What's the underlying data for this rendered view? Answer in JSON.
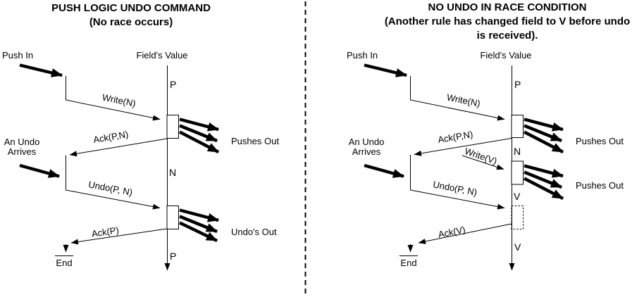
{
  "colors": {
    "ink": "#000000",
    "background": "#ffffff"
  },
  "left_panel": {
    "title_line1": "PUSH LOGIC UNDO COMMAND",
    "title_line2": "(No race occurs)",
    "push_in_label": "Push In",
    "lifeline_label": "Field's Value",
    "value_top": "P",
    "write_msg": "Write(N)",
    "ack_push_msg": "Ack(P,N)",
    "pushes_out_label": "Pushes Out",
    "undo_arrives_line1": "An Undo",
    "undo_arrives_line2": "Arrives",
    "value_mid": "N",
    "undo_msg": "Undo(P, N)",
    "undos_out_label": "Undo's Out",
    "ack_undo_msg": "Ack(P)",
    "end_label": "End",
    "value_bottom": "P"
  },
  "right_panel": {
    "title_line1": "NO UNDO IN RACE CONDITION",
    "title_line2": "(Another rule has changed field to V before undo",
    "title_line3": "is received).",
    "push_in_label": "Push In",
    "lifeline_label": "Field's Value",
    "value_top": "P",
    "write_msg": "Write(N)",
    "ack_push_msg": "Ack(P,N)",
    "pushes_out_label_1": "Pushes Out",
    "value_after_push": "N",
    "race_write_msg": "Write(V)",
    "pushes_out_label_2": "Pushes Out",
    "undo_arrives_line1": "An Undo",
    "undo_arrives_line2": "Arrives",
    "value_after_race": "V",
    "undo_msg": "Undo(P, N)",
    "ack_undo_msg": "Ack(V)",
    "end_label": "End",
    "value_bottom": "V"
  }
}
